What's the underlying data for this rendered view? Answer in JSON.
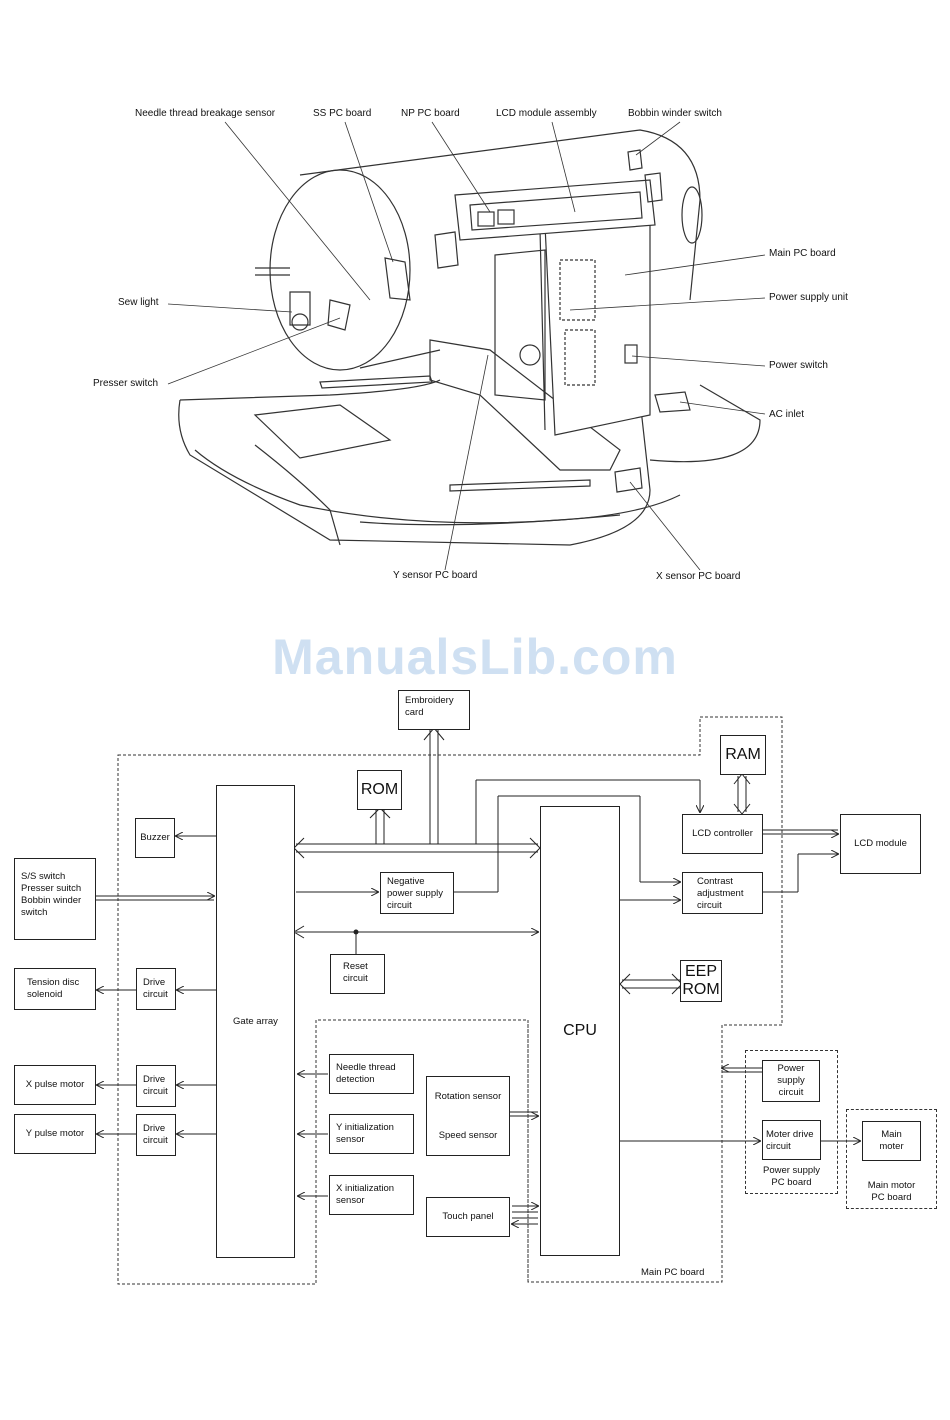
{
  "top_labels": {
    "needle_thread_breakage_sensor": "Needle thread breakage sensor",
    "ss_pc_board": "SS PC board",
    "np_pc_board": "NP PC board",
    "lcd_module_assembly": "LCD module assembly",
    "bobbin_winder_switch": "Bobbin winder switch",
    "main_pc_board": "Main PC board",
    "power_supply_unit": "Power supply unit",
    "power_switch": "Power switch",
    "ac_inlet": "AC inlet",
    "sew_light": "Sew light",
    "presser_switch": "Presser switch",
    "y_sensor_pc_board": "Y sensor PC board",
    "x_sensor_pc_board": "X sensor PC board"
  },
  "watermark": "ManualsLib.com",
  "block": {
    "embroidery_card": [
      "Embroidery",
      "card"
    ],
    "rom": "ROM",
    "ram": "RAM",
    "buzzer": "Buzzer",
    "switches": [
      "S/S switch",
      "Presser suitch",
      "Bobbin winder",
      "switch"
    ],
    "negative_power": [
      "Negative",
      "power supply",
      "circuit"
    ],
    "lcd_controller": "LCD controller",
    "lcd_module": "LCD module",
    "contrast": [
      "Contrast",
      "adjustment",
      "circuit"
    ],
    "reset": [
      "Reset",
      "circuit"
    ],
    "eep_rom": [
      "EEP",
      "ROM"
    ],
    "tension_disc": [
      "Tension disc",
      "solenoid"
    ],
    "drive_circuit": [
      "Drive",
      "circuit"
    ],
    "gate_array": "Gate array",
    "cpu": "CPU",
    "x_pulse_motor": "X pulse motor",
    "y_pulse_motor": "Y pulse motor",
    "needle_thread_detection": [
      "Needle thread",
      "detection"
    ],
    "y_init_sensor": [
      "Y initialization",
      "sensor"
    ],
    "x_init_sensor": [
      "X initialization",
      "sensor"
    ],
    "rotation_sensor": "Rotation sensor",
    "speed_sensor": "Speed sensor",
    "touch_panel": "Touch panel",
    "power_supply_circuit": [
      "Power",
      "supply",
      "circuit"
    ],
    "motor_drive_circuit": [
      "Moter drive",
      "circuit"
    ],
    "main_motor": "Main moter",
    "power_supply_pc_board": [
      "Power supply",
      "PC board"
    ],
    "main_motor_pc_board": [
      "Main motor",
      "PC board"
    ],
    "main_pc_board_label": "Main PC board"
  }
}
